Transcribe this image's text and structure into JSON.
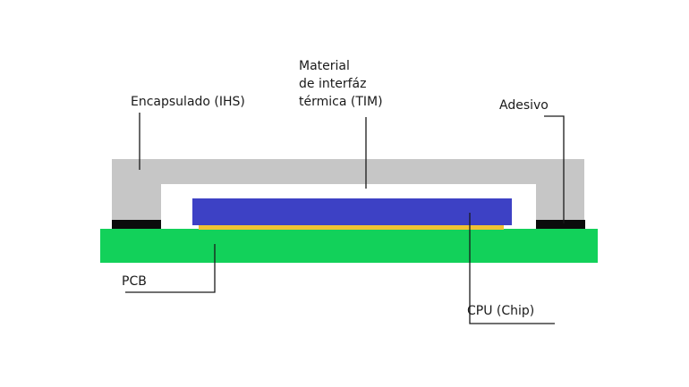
{
  "labels": {
    "ihs": "Encapsulado (IHS)",
    "tim": [
      "Material",
      "de interfáz",
      "térmica (TIM)"
    ],
    "adhesive": "Adesivo",
    "pcb": "PCB",
    "cpu": "CPU (Chip)"
  },
  "colors": {
    "ihs": "#c6c6c6",
    "die": "#3d41c5",
    "tim": "#f1c232",
    "adhesive": "#0b0b0b",
    "pcb": "#12d15a",
    "leader": "#1a1a1a"
  }
}
